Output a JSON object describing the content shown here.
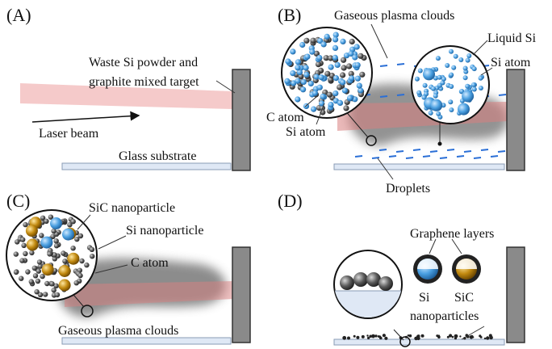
{
  "panels": [
    {
      "id": "A",
      "label": "(A)",
      "texts": {
        "target_line1": "Waste Si powder and",
        "target_line2": "graphite mixed target",
        "laser": "Laser beam",
        "substrate": "Glass substrate"
      }
    },
    {
      "id": "B",
      "label": "(B)",
      "texts": {
        "plasma": "Gaseous plasma clouds",
        "liquid_si": "Liquid Si",
        "si_atom_right": "Si atom",
        "c_atom": "C atom",
        "si_atom_left": "Si atom",
        "droplets": "Droplets"
      }
    },
    {
      "id": "C",
      "label": "(C)",
      "texts": {
        "sic_np": "SiC nanoparticle",
        "si_np": "Si nanoparticle",
        "c_atom": "C atom",
        "plasma": "Gaseous plasma clouds"
      }
    },
    {
      "id": "D",
      "label": "(D)",
      "texts": {
        "graphene": "Graphene layers",
        "si": "Si",
        "sic": "SiC",
        "nanoparticles": "nanoparticles"
      }
    }
  ],
  "colors": {
    "si_atom": "#4a9fe0",
    "c_atom": "#3a3a3a",
    "sic": "#b8860b",
    "laser": "#f4b6b6",
    "target": "#8a8a8a",
    "substrate": "#dfe8f5",
    "plasma": "#6f6f6f"
  }
}
